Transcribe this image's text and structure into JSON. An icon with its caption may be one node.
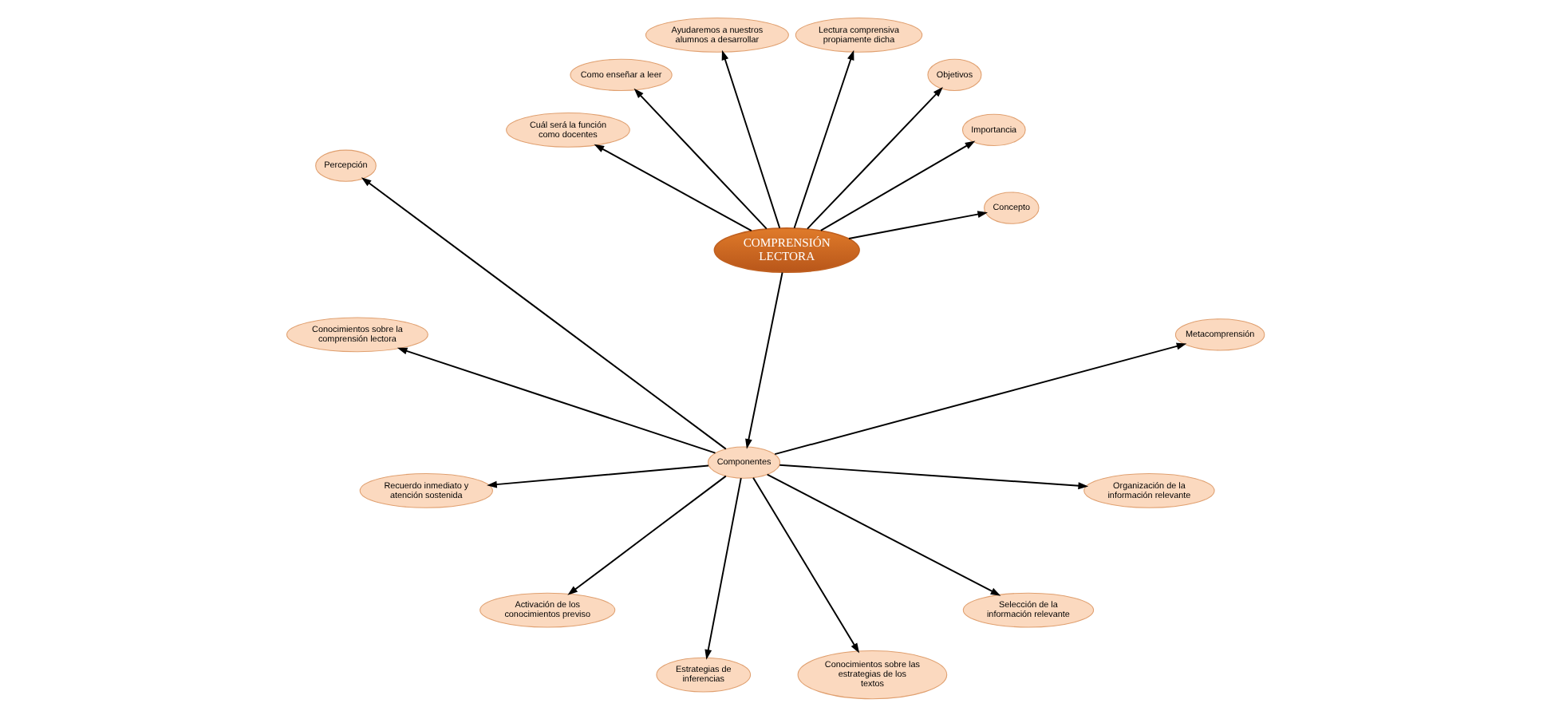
{
  "diagram": {
    "nodes": [
      {
        "text": [
          "COMPRENSIÓN LECTORA"
        ]
      },
      {
        "text": [
          "Concepto"
        ]
      },
      {
        "text": [
          "Importancia"
        ]
      },
      {
        "text": [
          "Objetivos"
        ]
      },
      {
        "text": [
          "Lectura comprensiva propiamente dicha"
        ]
      },
      {
        "text": [
          "Ayudaremos a nuestros alumnos a desarrollar"
        ]
      },
      {
        "text": [
          "Como enseñar a leer"
        ]
      },
      {
        "text": [
          "Cuál será la función como docentes"
        ]
      },
      {
        "text": [
          "Componentes"
        ]
      },
      {
        "text": [
          "Percepción"
        ]
      },
      {
        "text": [
          "Conocimientos sobre la comprensión lectora"
        ]
      },
      {
        "text": [
          "Recuerdo inmediato y atención sostenida"
        ]
      },
      {
        "text": [
          "Activación de los conocimientos previso"
        ]
      },
      {
        "text": [
          "Estrategias de inferencias"
        ]
      },
      {
        "text": [
          "Conocimientos sobre las estrategias de los textos"
        ]
      },
      {
        "text": [
          "Selección de la información relevante"
        ]
      },
      {
        "text": [
          "Organización de la información relevante"
        ]
      },
      {
        "text": [
          "Metacomprensión"
        ]
      }
    ],
    "edges": [
      {
        "from": 0,
        "to": 1,
        "arrow": "to"
      },
      {
        "from": 0,
        "to": 2,
        "arrow": "to"
      },
      {
        "from": 0,
        "to": 3,
        "arrow": "to"
      },
      {
        "from": 0,
        "to": 4,
        "arrow": "to"
      },
      {
        "from": 0,
        "to": 5,
        "arrow": "to"
      },
      {
        "from": 0,
        "to": 6,
        "arrow": "to"
      },
      {
        "from": 0,
        "to": 7,
        "arrow": "to"
      },
      {
        "from": 0,
        "to": 8,
        "arrow": "to"
      },
      {
        "from": 8,
        "to": 9,
        "arrow": "to"
      },
      {
        "from": 8,
        "to": 10,
        "arrow": "to"
      },
      {
        "from": 8,
        "to": 11,
        "arrow": "to"
      },
      {
        "from": 8,
        "to": 12,
        "arrow": "to"
      },
      {
        "from": 8,
        "to": 13,
        "arrow": "to"
      },
      {
        "from": 8,
        "to": 14,
        "arrow": "to"
      },
      {
        "from": 8,
        "to": 15,
        "arrow": "to"
      },
      {
        "from": 8,
        "to": 16,
        "arrow": "to"
      },
      {
        "from": 8,
        "to": 17,
        "arrow": "to"
      }
    ]
  }
}
